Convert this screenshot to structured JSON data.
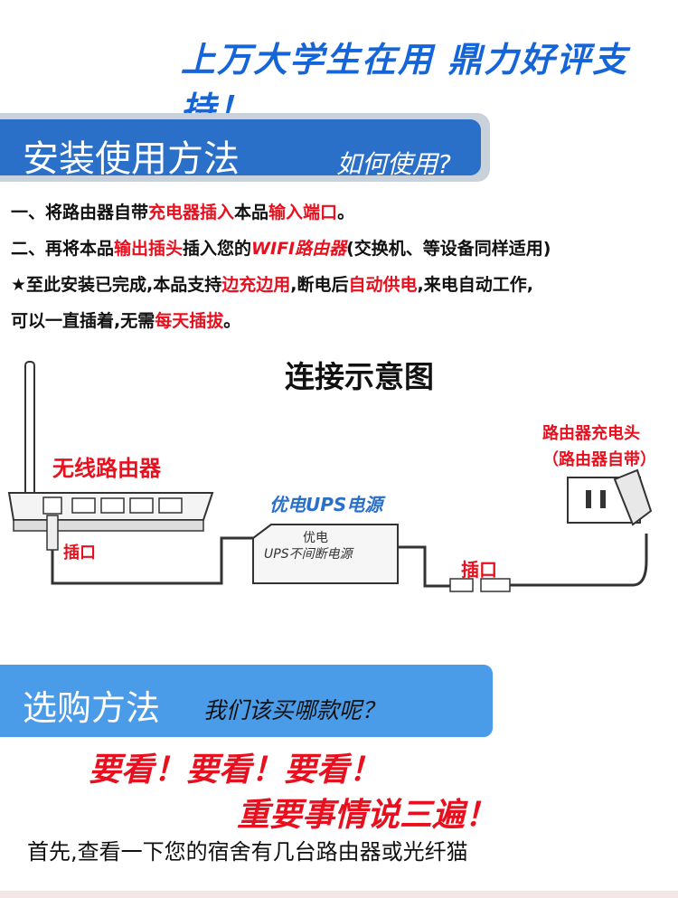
{
  "slogan": "上万大学生在用 鼎力好评支持！",
  "install": {
    "title": "安装使用方法",
    "subtitle": "如何使用?",
    "step1": {
      "a": "一、将路由器自带",
      "b": "充电器插入",
      "c": "本品",
      "d": "输入端口",
      "e": "。"
    },
    "step2": {
      "a": "二、再将本品",
      "b": "输出插头",
      "c": "插入您的",
      "d": "WIFI路由器",
      "e": "(交换机、等设备同样适用)"
    },
    "step3": {
      "a": "★至此安装已完成,本品支持",
      "b": "边充边用",
      "c": ",断电后",
      "d": "自动供电",
      "e": ",来电自动工作,"
    },
    "step4": {
      "a": "可以一直插着,无需",
      "b": "每天插拔",
      "c": "。"
    }
  },
  "diagram": {
    "title": "连接示意图",
    "router_label": "无线路由器",
    "ups_label": "优电UPS电源",
    "ups_box_line1": "优电",
    "ups_box_line2": "UPS不间断电源",
    "charger_label_1": "路由器充电头",
    "charger_label_2": "（路由器自带）",
    "port_label_1": "插口",
    "port_label_2": "插口"
  },
  "buy": {
    "title": "选购方法",
    "subtitle": "我们该买哪款呢？",
    "must_see": "要看！要看！要看！",
    "important": "重要事情说三遍！",
    "first_check": "首先,查看一下您的宿舍有几台路由器或光纤猫"
  },
  "colors": {
    "accent_blue": "#2a6fc8",
    "highlight_red": "#e8101e"
  }
}
